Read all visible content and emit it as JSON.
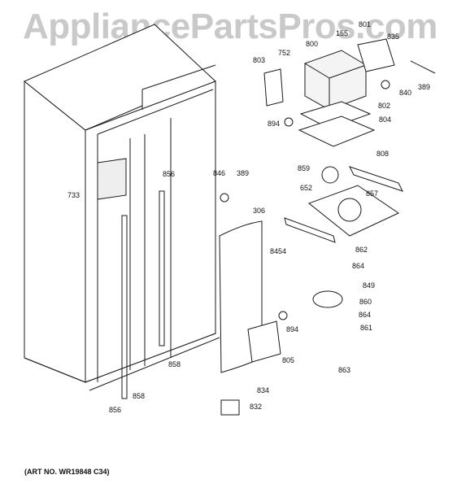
{
  "watermark": "AppliancePartsPros.com",
  "art_number": "(ART NO. WR19848 C34)",
  "part_labels": [
    "801",
    "155",
    "800",
    "835",
    "752",
    "803",
    "389",
    "840",
    "802",
    "894",
    "804",
    "808",
    "859",
    "846",
    "389",
    "652",
    "857",
    "856",
    "733",
    "306",
    "8454",
    "862",
    "864",
    "849",
    "860",
    "864",
    "861",
    "894",
    "805",
    "863",
    "858",
    "858",
    "856",
    "834",
    "832"
  ]
}
